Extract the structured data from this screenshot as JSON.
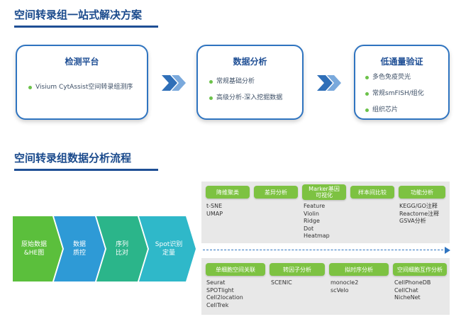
{
  "section1": {
    "title": "空间转录组一站式解决方案"
  },
  "cards": [
    {
      "title": "检测平台",
      "items": [
        "Visium CytAssist空间转录组测序"
      ]
    },
    {
      "title": "数据分析",
      "items": [
        "常规基础分析",
        "高级分析-深入挖掘数据"
      ]
    },
    {
      "title": "低通量验证",
      "items": [
        "多色免疫荧光",
        "常规smFISH/组化",
        "组织芯片"
      ]
    }
  ],
  "section2": {
    "title": "空间转录组数据分析流程"
  },
  "steps": [
    "原始数据\n&HE图",
    "数据\n质控",
    "序列\n比对",
    "Spot识别\n定量"
  ],
  "top_modules": [
    {
      "label": "降维聚类",
      "items": [
        "t-SNE",
        "UMAP"
      ]
    },
    {
      "label": "差异分析",
      "items": []
    },
    {
      "label": "Marker基因\n可视化",
      "items": [
        "Feature",
        "Violin",
        "Ridge",
        "Dot",
        "Heatmap"
      ]
    },
    {
      "label": "样本间比较",
      "items": []
    },
    {
      "label": "功能分析",
      "items": [
        "KEGG/GO注释",
        "Reactome注释",
        "GSVA分析"
      ]
    }
  ],
  "bottom_modules": [
    {
      "label": "单细胞空间关联",
      "items": [
        "Seurat",
        "SPOTlight",
        "Cell2location",
        "CellTrek"
      ]
    },
    {
      "label": "转因子分析",
      "items": [
        "SCENIC"
      ]
    },
    {
      "label": "拟时序分析",
      "items": [
        "monocle2",
        "scVelo"
      ]
    },
    {
      "label": "空间细胞互作分析",
      "items": [
        "CellPhoneDB",
        "CellChat",
        "NicheNet"
      ]
    }
  ],
  "colors": {
    "accent": "#1f4f95",
    "card_border": "#2f74c0",
    "pill_green": "#7dc242",
    "step_colors": [
      "#5bbf3c",
      "#2e9ad6",
      "#2bb58a",
      "#2fb8c9"
    ]
  }
}
